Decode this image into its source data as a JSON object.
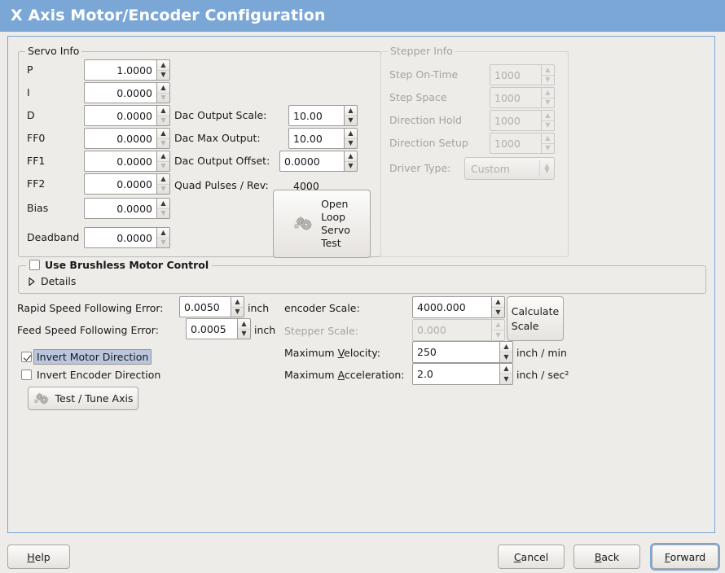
{
  "header": {
    "title": "X Axis Motor/Encoder Configuration"
  },
  "servo": {
    "group_label": "Servo Info",
    "rows": [
      {
        "label": "P",
        "value": "1.0000",
        "down_enabled": true
      },
      {
        "label": "I",
        "value": "0.0000",
        "down_enabled": false
      },
      {
        "label": "D",
        "value": "0.0000",
        "down_enabled": false
      },
      {
        "label": "FF0",
        "value": "0.0000",
        "down_enabled": false
      },
      {
        "label": "FF1",
        "value": "0.0000",
        "down_enabled": false
      },
      {
        "label": "FF2",
        "value": "0.0000",
        "down_enabled": false
      },
      {
        "label": "Bias",
        "value": "0.0000",
        "down_enabled": true
      },
      {
        "label": "Deadband",
        "value": "0.0000",
        "down_enabled": false
      }
    ]
  },
  "dac": {
    "output_scale_label": "Dac Output Scale:",
    "output_scale_value": "10.00",
    "max_output_label": "Dac Max Output:",
    "max_output_value": "10.00",
    "output_offset_label": "Dac Output Offset:",
    "output_offset_value": "0.0000",
    "quad_pulses_label": "Quad Pulses / Rev:",
    "quad_pulses_value": "4000",
    "open_loop_test_lines": [
      "Open",
      "Loop",
      "Servo",
      "Test"
    ],
    "open_loop_test_icon": "gears-icon"
  },
  "stepper": {
    "group_label": "Stepper Info",
    "rows": [
      {
        "label": "Step On-Time",
        "value": "1000"
      },
      {
        "label": "Step Space",
        "value": "1000"
      },
      {
        "label": "Direction Hold",
        "value": "1000"
      },
      {
        "label": "Direction Setup",
        "value": "1000"
      }
    ],
    "driver_type_label": "Driver Type:",
    "driver_type_value": "Custom"
  },
  "brushless": {
    "checkbox_label": "Use Brushless Motor Control",
    "checked": false,
    "details_label": "Details",
    "details_expanded": false
  },
  "tuning": {
    "rapid_error_label": "Rapid Speed Following Error:",
    "rapid_error_value": "0.0050",
    "rapid_error_unit": "inch",
    "feed_error_label": "Feed Speed Following Error:",
    "feed_error_value": "0.0005",
    "feed_error_unit": "inch",
    "invert_motor_label": "Invert Motor Direction",
    "invert_motor_checked": true,
    "invert_encoder_label": "Invert Encoder Direction",
    "invert_encoder_checked": false,
    "test_tune_label": "Test / Tune Axis",
    "test_tune_icon": "gears-icon"
  },
  "scales": {
    "encoder_scale_label": "encoder Scale:",
    "encoder_scale_value": "4000.000",
    "stepper_scale_label": "Stepper Scale:",
    "stepper_scale_value": "0.000",
    "calculate_scale_lines": [
      "Calculate",
      "Scale"
    ],
    "max_velocity_label_pre": "Maximum ",
    "max_velocity_label_mn": "V",
    "max_velocity_label_post": "elocity:",
    "max_velocity_value": "250",
    "max_velocity_unit": "inch / min",
    "max_accel_label_pre": "Maximum ",
    "max_accel_label_mn": "A",
    "max_accel_label_post": "cceleration:",
    "max_accel_value": "2.0",
    "max_accel_unit": "inch / sec²"
  },
  "footer": {
    "help_mn": "H",
    "help_rest": "elp",
    "cancel_mn": "C",
    "cancel_rest": "ancel",
    "back_mn": "B",
    "back_rest": "ack",
    "forward_mn": "F",
    "forward_rest": "orward",
    "focused": "forward"
  },
  "colors": {
    "header_blue": "#7ba7d7",
    "panel_bg": "#edece9",
    "focus_highlight": "#b9c6de"
  }
}
